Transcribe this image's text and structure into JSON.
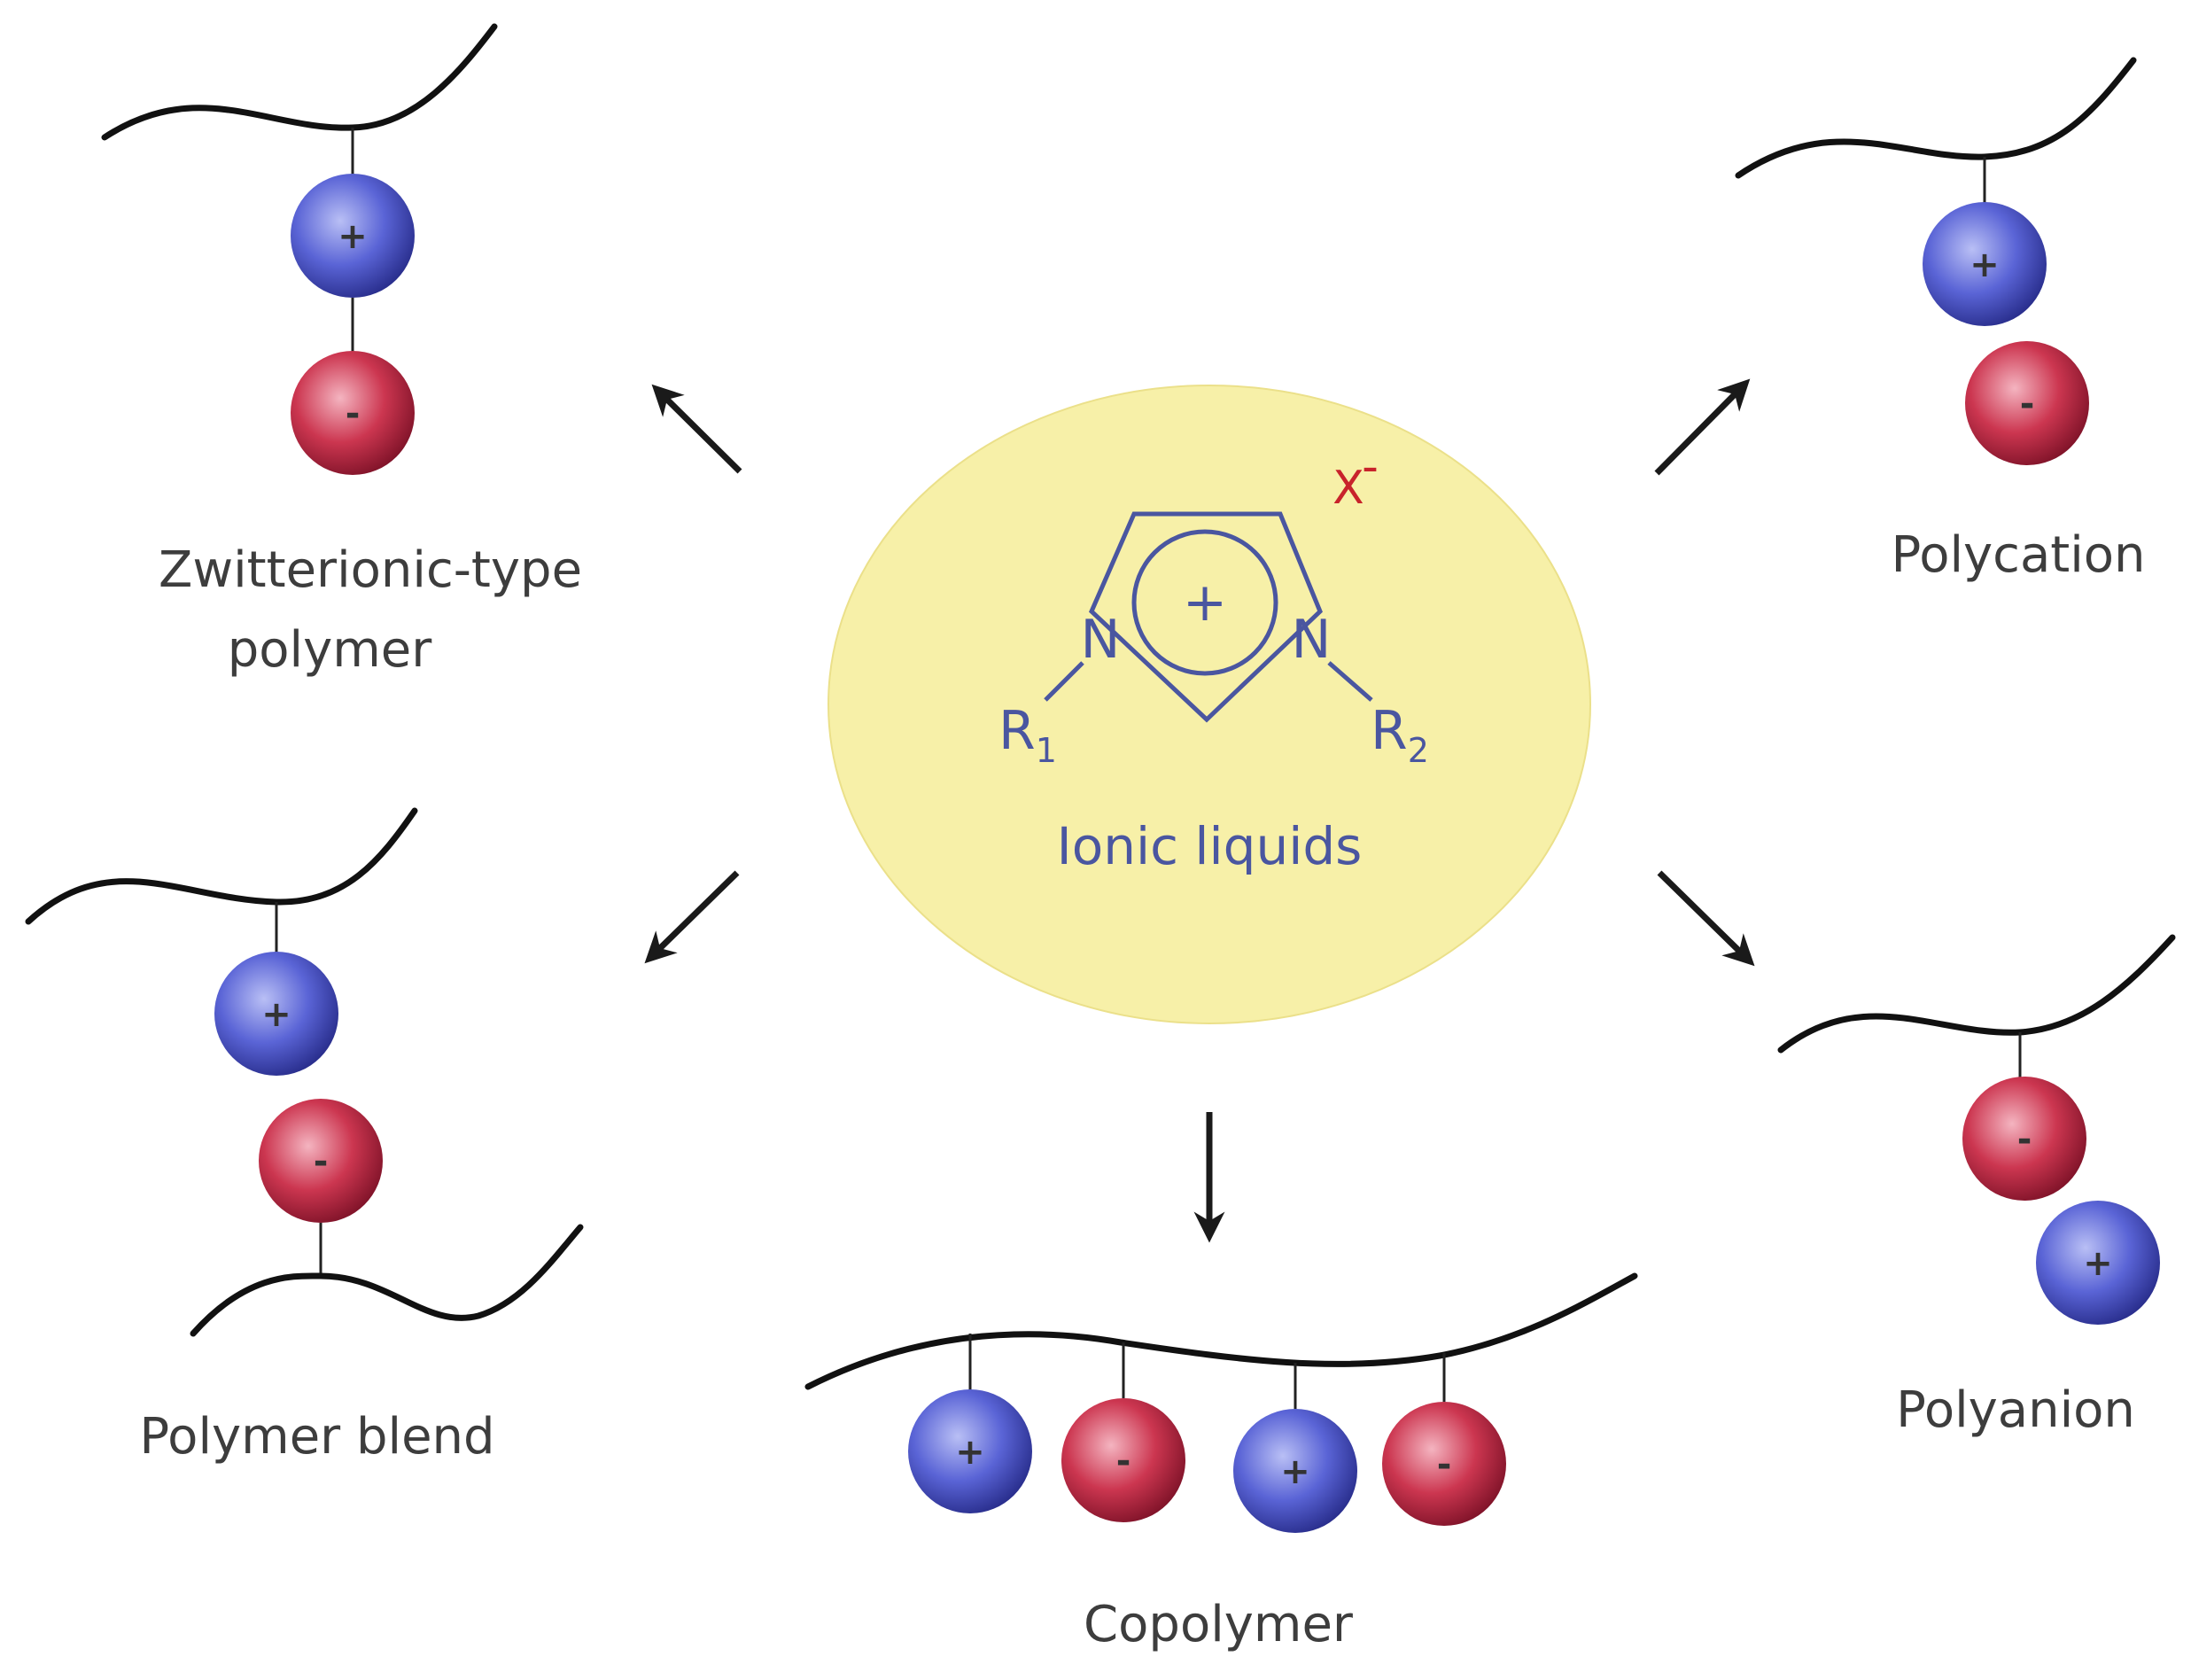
{
  "center": {
    "label": "Ionic liquids",
    "nitrogen_left": "N",
    "nitrogen_right": "N",
    "ring_charge": "+",
    "r1": "R",
    "r1_sub": "1",
    "r2": "R",
    "r2_sub": "2",
    "anion": "X",
    "anion_charge": "-",
    "fill_color": "#f7f0a8"
  },
  "products": {
    "zwitterionic": {
      "line1": "Zwitterionic-type",
      "line2": "polymer"
    },
    "polycation": {
      "label": "Polycation"
    },
    "polymer_blend": {
      "label": "Polymer blend"
    },
    "polyanion": {
      "label": "Polyanion"
    },
    "copolymer": {
      "label": "Copolymer"
    }
  },
  "charges": {
    "plus": "+",
    "minus": "-"
  },
  "colors": {
    "cation": "#4650c8",
    "anion": "#c82840",
    "chain": "#111111",
    "arrow": "#1a1a1a"
  }
}
